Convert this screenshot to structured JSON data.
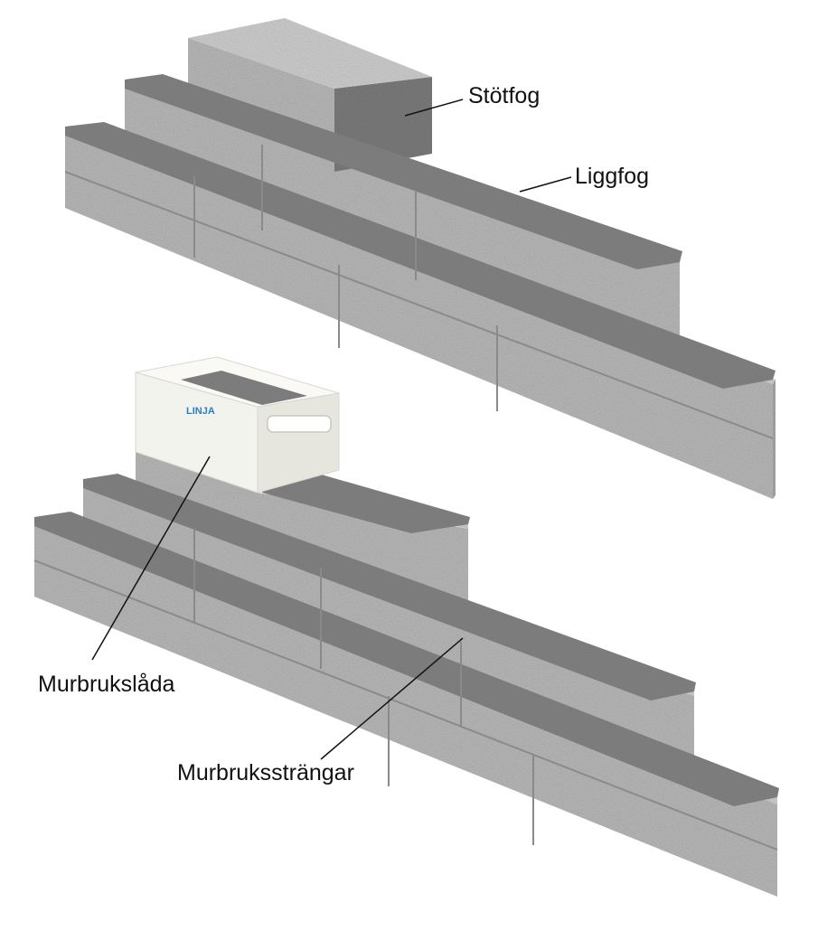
{
  "labels": {
    "stotfog": "Stötfog",
    "liggfog": "Liggfog",
    "murbrukslada": "Murbrukslåda",
    "murbruksstrangar": "Murbrukssträngar"
  },
  "box_logo": "LINJA",
  "colors": {
    "block_front": "#b9b9b9",
    "block_side": "#a8a8a8",
    "block_top": "#cfcfcf",
    "mortar": "#7c7c7c",
    "mortar_top": "#8e8e8e",
    "box": "#f3f3ee",
    "logo": "#2a7fc0"
  }
}
